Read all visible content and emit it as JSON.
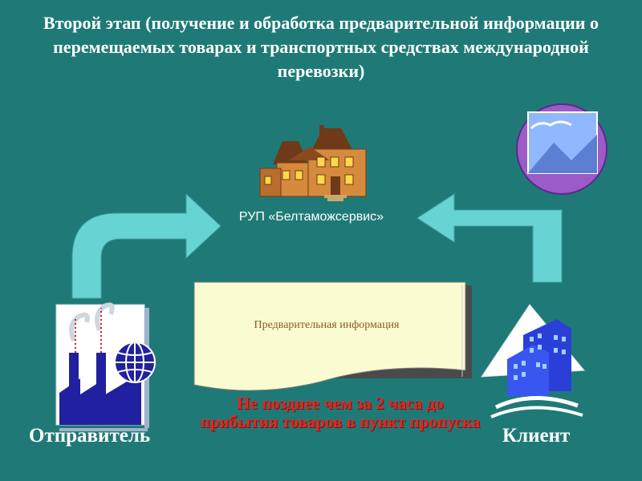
{
  "slide": {
    "title": "Второй этап (получение и обработка предварительной информации о перемещаемых товарах и транспортных средствах международной перевозки)",
    "organization_label": "РУП «Белтаможсервис»",
    "note_label": "Предварительная информация",
    "sender_label": "Отправитель",
    "client_label": "Клиент",
    "deadline_text": "Не позднее чем за 2 часа до прибытия товаров в пункт пропуска"
  },
  "colors": {
    "background": "#1f7a77",
    "arrow": "#67d3d3",
    "deadline": "#e5251e",
    "note_paper": "#fafbd0"
  },
  "icons": [
    "house-icon",
    "mountain-picture-icon",
    "factory-icon",
    "globe-icon",
    "office-buildings-icon",
    "arrow-sender-to-org",
    "arrow-client-to-org"
  ]
}
